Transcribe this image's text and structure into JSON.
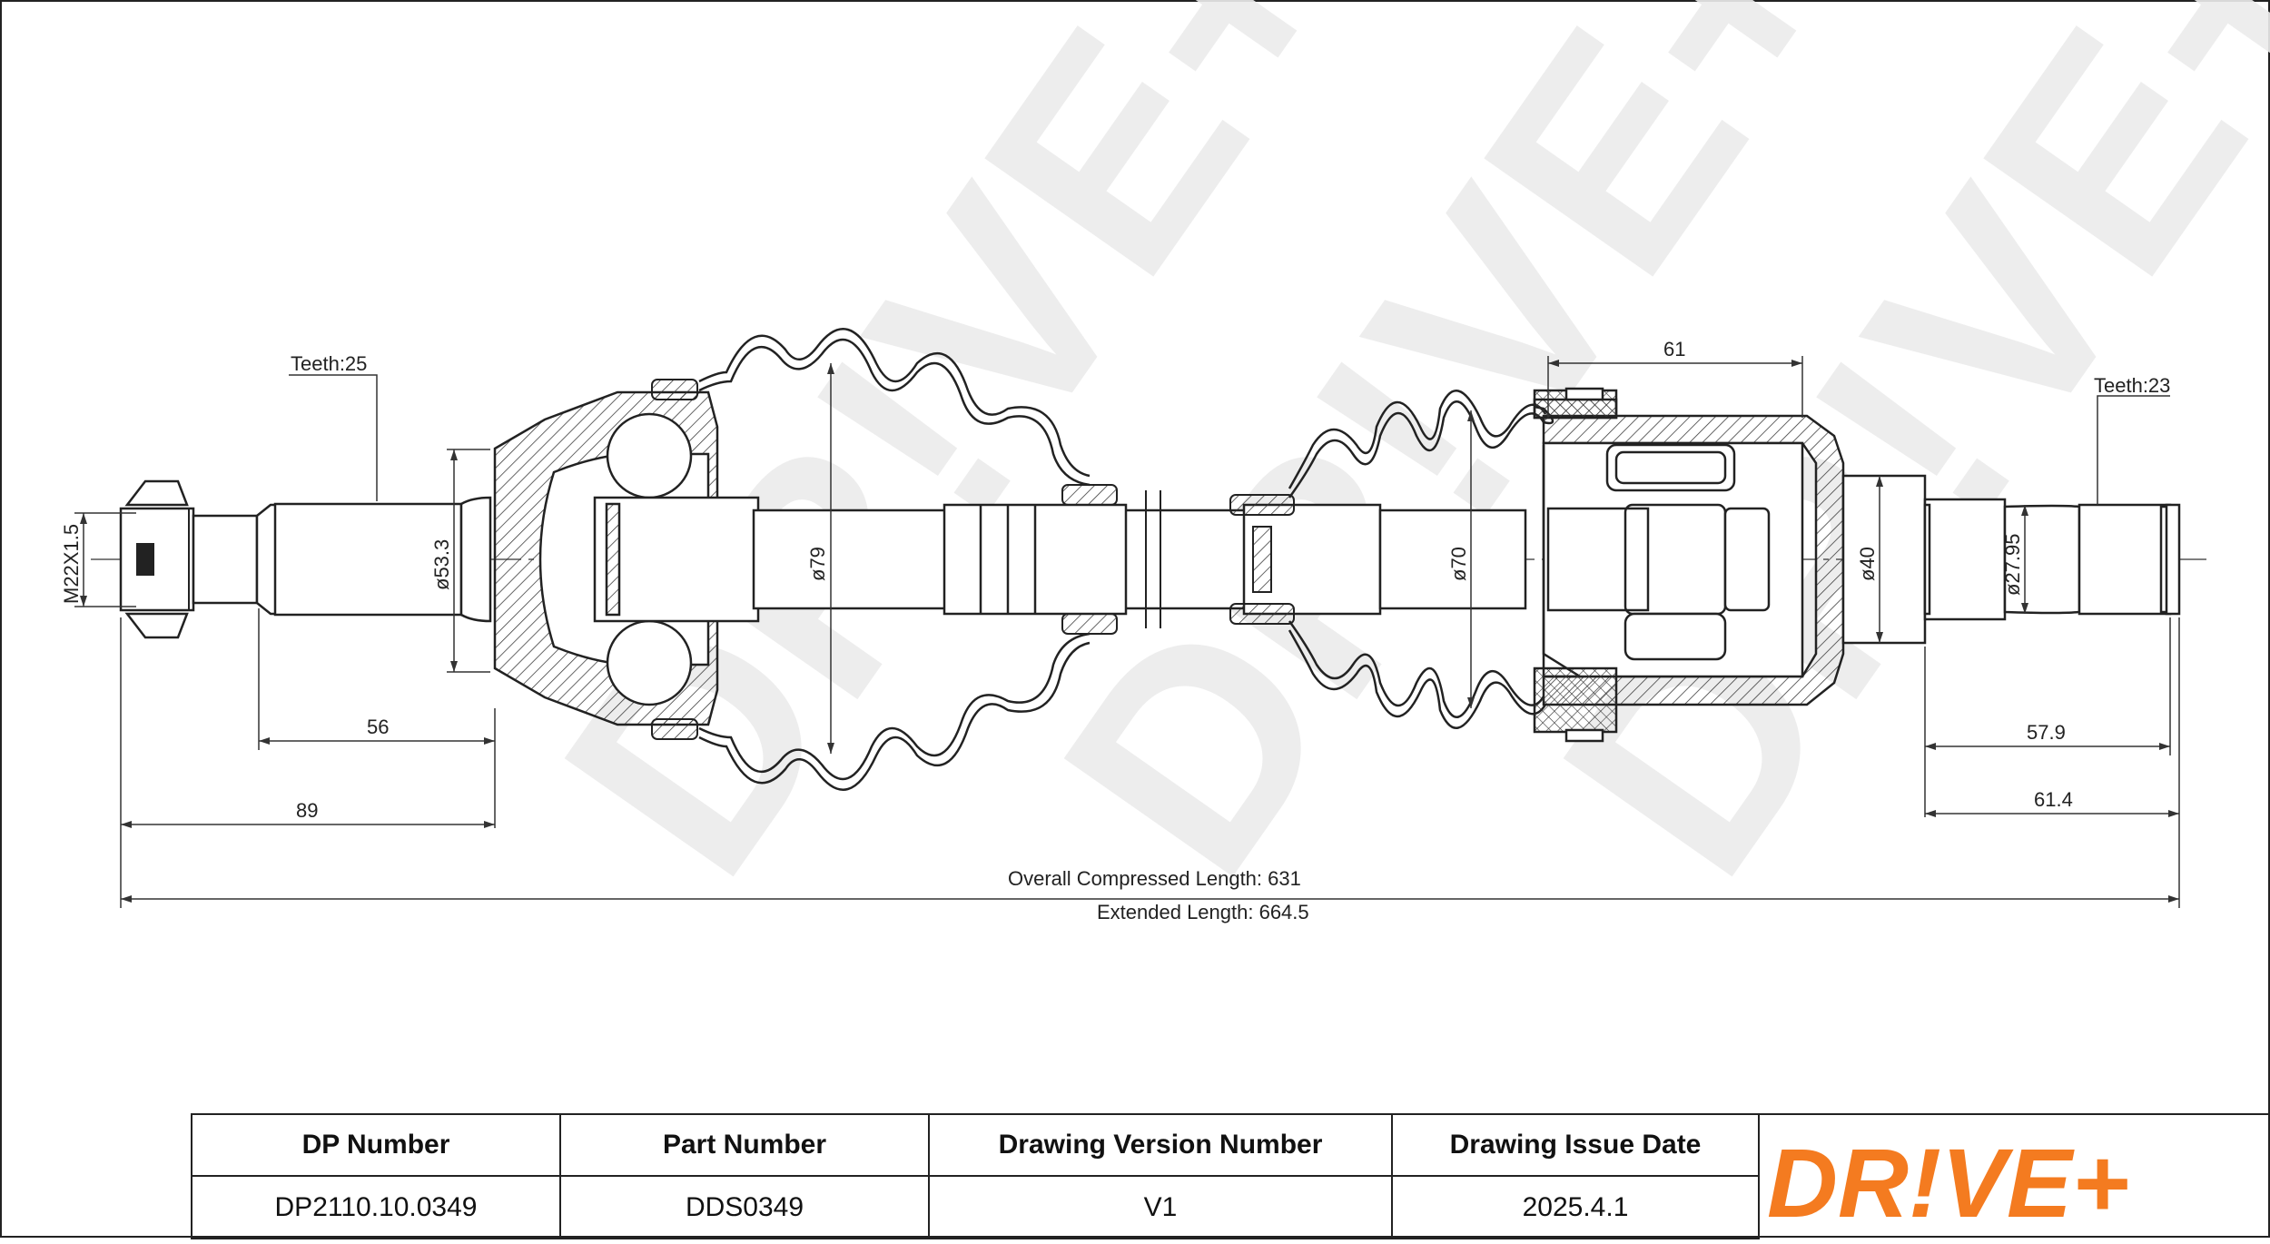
{
  "drawing": {
    "labels": {
      "teeth_left": "Teeth:25",
      "teeth_right": "Teeth:23",
      "thread": "M22X1.5",
      "d_shaft_left": "ø53.3",
      "d_boot_left": "ø79",
      "d_boot_right": "ø70",
      "d_housing": "ø40",
      "d_spline_right": "ø27.95",
      "len_56": "56",
      "len_89": "89",
      "len_61": "61",
      "len_57_9": "57.9",
      "len_61_4": "61.4",
      "overall": "Overall  Compressed  Length: 631",
      "extended": "Extended  Length: 664.5"
    },
    "watermark": "DR!VE+"
  },
  "title_block": {
    "headers": [
      "DP Number",
      "Part Number",
      "Drawing Version Number",
      "Drawing Issue Date"
    ],
    "values": [
      "DP2110.10.0349",
      "DDS0349",
      "V1",
      "2025.4.1"
    ]
  },
  "logo": {
    "text": "DR!VE+",
    "color": "#f47b20"
  }
}
